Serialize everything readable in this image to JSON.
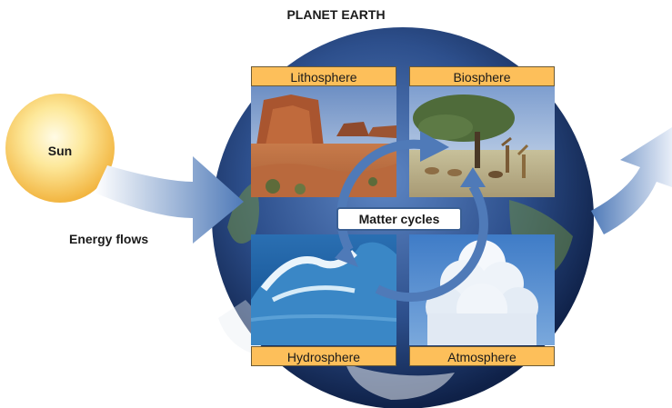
{
  "title": "PLANET EARTH",
  "sun": {
    "label": "Sun"
  },
  "energy_flow": {
    "label": "Energy flows"
  },
  "matter": {
    "label": "Matter cycles"
  },
  "spheres": [
    {
      "label": "Lithosphere"
    },
    {
      "label": "Biosphere"
    },
    {
      "label": "Hydrosphere"
    },
    {
      "label": "Atmosphere"
    }
  ],
  "colors": {
    "label_fill": "#fdbf5a",
    "arrow_blue": "#4f7ab8",
    "sun_core": "#fff7d1",
    "sun_edge": "#f2b540"
  }
}
